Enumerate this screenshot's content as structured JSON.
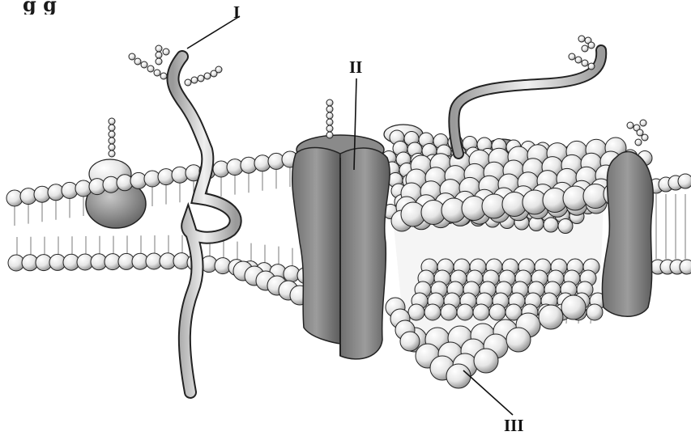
{
  "caption_fragment": "g                                     g",
  "labels": {
    "one": "I",
    "two": "II",
    "three": "III"
  },
  "colors": {
    "background": "#ffffff",
    "sphere_light": "#f4f4f4",
    "sphere_dark": "#9a9a9a",
    "protein_fill": "#8c8c8c",
    "protein_shadow": "#555555",
    "outline": "#222222"
  },
  "structures": [
    "phospholipid-bilayer",
    "glycoprotein-chain",
    "channel-protein",
    "glycolipid",
    "peripheral-protein",
    "integral-protein"
  ]
}
